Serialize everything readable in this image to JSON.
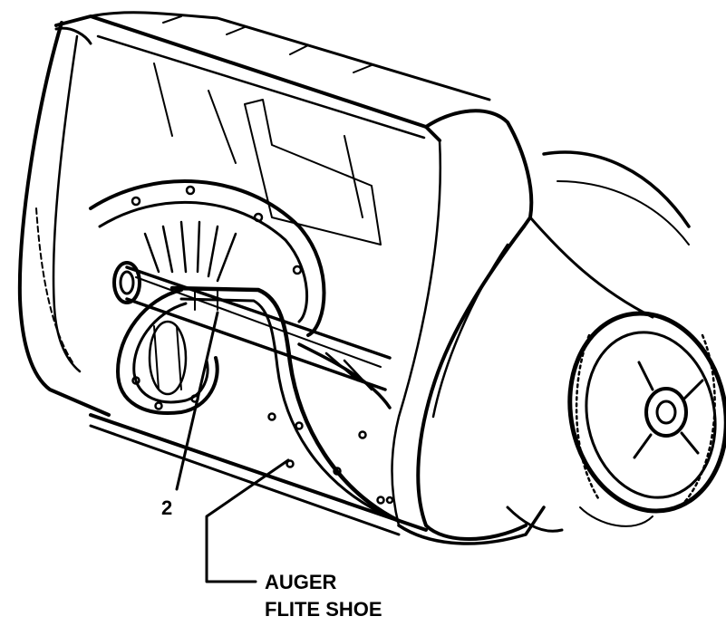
{
  "callouts": {
    "number_label": "2",
    "part_label_line1": "AUGER",
    "part_label_line2": "FLITE SHOE"
  },
  "colors": {
    "ink": "#000000",
    "paper": "#ffffff"
  }
}
